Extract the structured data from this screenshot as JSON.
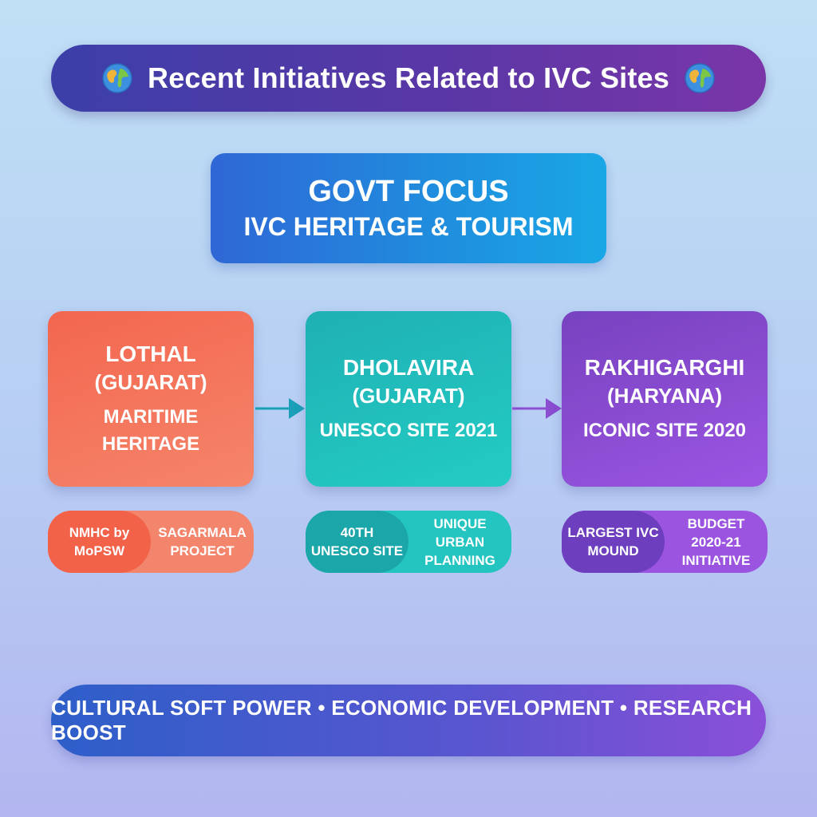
{
  "header": {
    "title": "Recent Initiatives Related to IVC Sites",
    "icon": "globe-icon"
  },
  "focus": {
    "title": "GOVT FOCUS",
    "subtitle": "IVC HERITAGE & TOURISM"
  },
  "sites": [
    {
      "name": "LOTHAL",
      "region": "(GUJARAT)",
      "highlight": "MARITIME HERITAGE",
      "tags": [
        "NMHC by MoPSW",
        "SAGARMALA PROJECT"
      ]
    },
    {
      "name": "DHOLAVIRA",
      "region": "(GUJARAT)",
      "highlight": "UNESCO SITE 2021",
      "tags": [
        "40TH UNESCO SITE",
        "UNIQUE URBAN PLANNING"
      ]
    },
    {
      "name": "RAKHIGARGHI",
      "region": "(HARYANA)",
      "highlight": "ICONIC SITE 2020",
      "tags": [
        "LARGEST IVC MOUND",
        "BUDGET 2020-21 INITIATIVE"
      ]
    }
  ],
  "footer": {
    "text": "CULTURAL SOFT POWER • ECONOMIC DEVELOPMENT • RESEARCH BOOST"
  },
  "colors": {
    "lothal": "#f3664f",
    "dholavira": "#1fb0b4",
    "rakhigarhi": "#8a4ed0",
    "arrow_teal": "#1a9fb8",
    "arrow_purple": "#8a4ed0"
  }
}
